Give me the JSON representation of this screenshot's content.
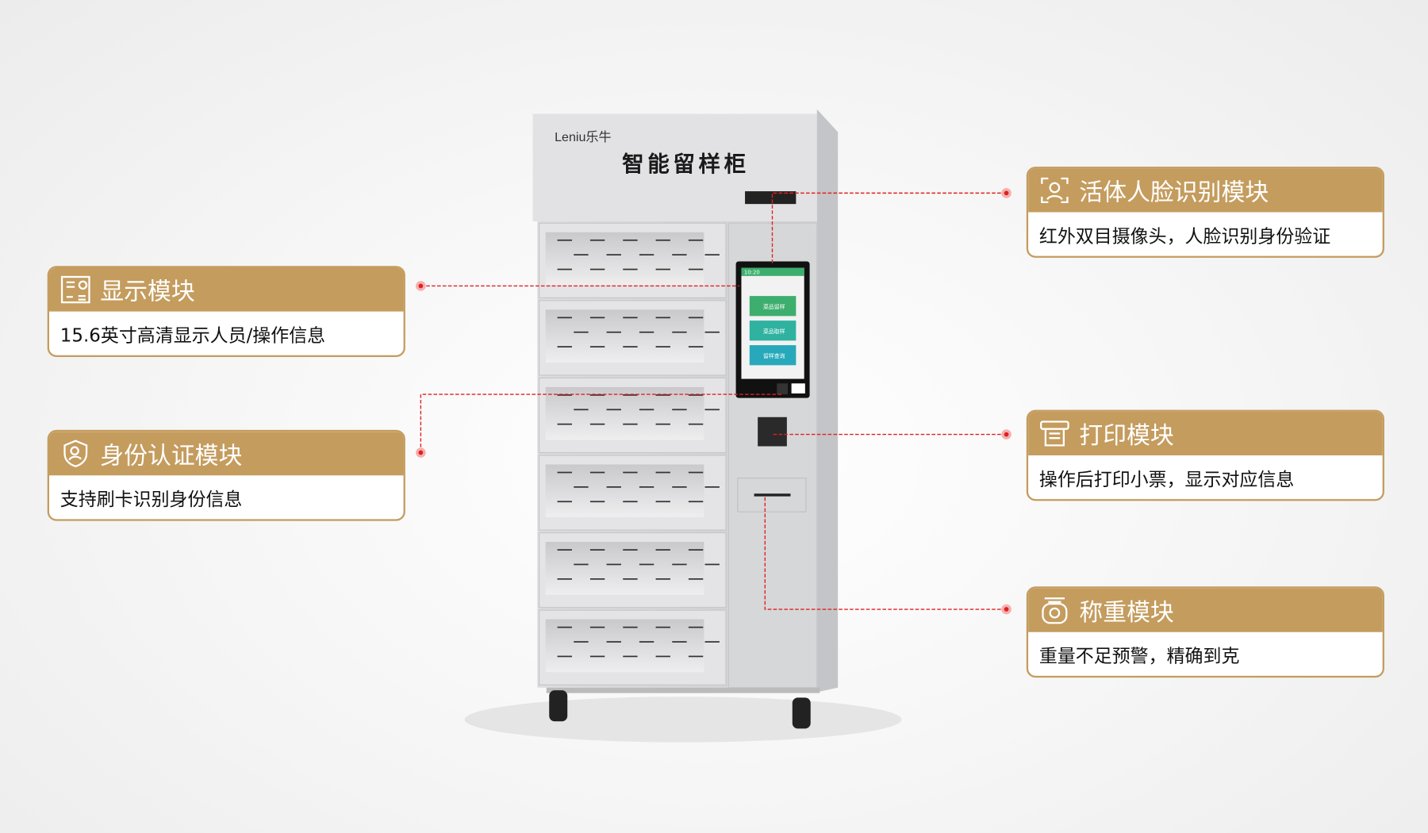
{
  "product": {
    "brand": "Leniu乐牛",
    "title": "智能留样柜",
    "screen": {
      "time": "10:20",
      "buttons": [
        "菜品留样",
        "菜品取样",
        "留样查询"
      ]
    }
  },
  "modules": [
    {
      "title": "显示模块",
      "desc": "15.6英寸高清显示人员/操作信息",
      "icon": "display-icon"
    },
    {
      "title": "身份认证模块",
      "desc": "支持刷卡识别身份信息",
      "icon": "shield-user-icon"
    },
    {
      "title": "活体人脸识别模块",
      "desc": "红外双目摄像头，人脸识别身份验证",
      "icon": "face-scan-icon"
    },
    {
      "title": "打印模块",
      "desc": "操作后打印小票，显示对应信息",
      "icon": "printer-icon"
    },
    {
      "title": "称重模块",
      "desc": "重量不足预警，精确到克",
      "icon": "scale-icon"
    }
  ],
  "colors": {
    "accent": "#c49c5e",
    "callout_line": "#e02020",
    "screen_green": "#3dae6e",
    "screen_teal": "#2fb3b0"
  }
}
